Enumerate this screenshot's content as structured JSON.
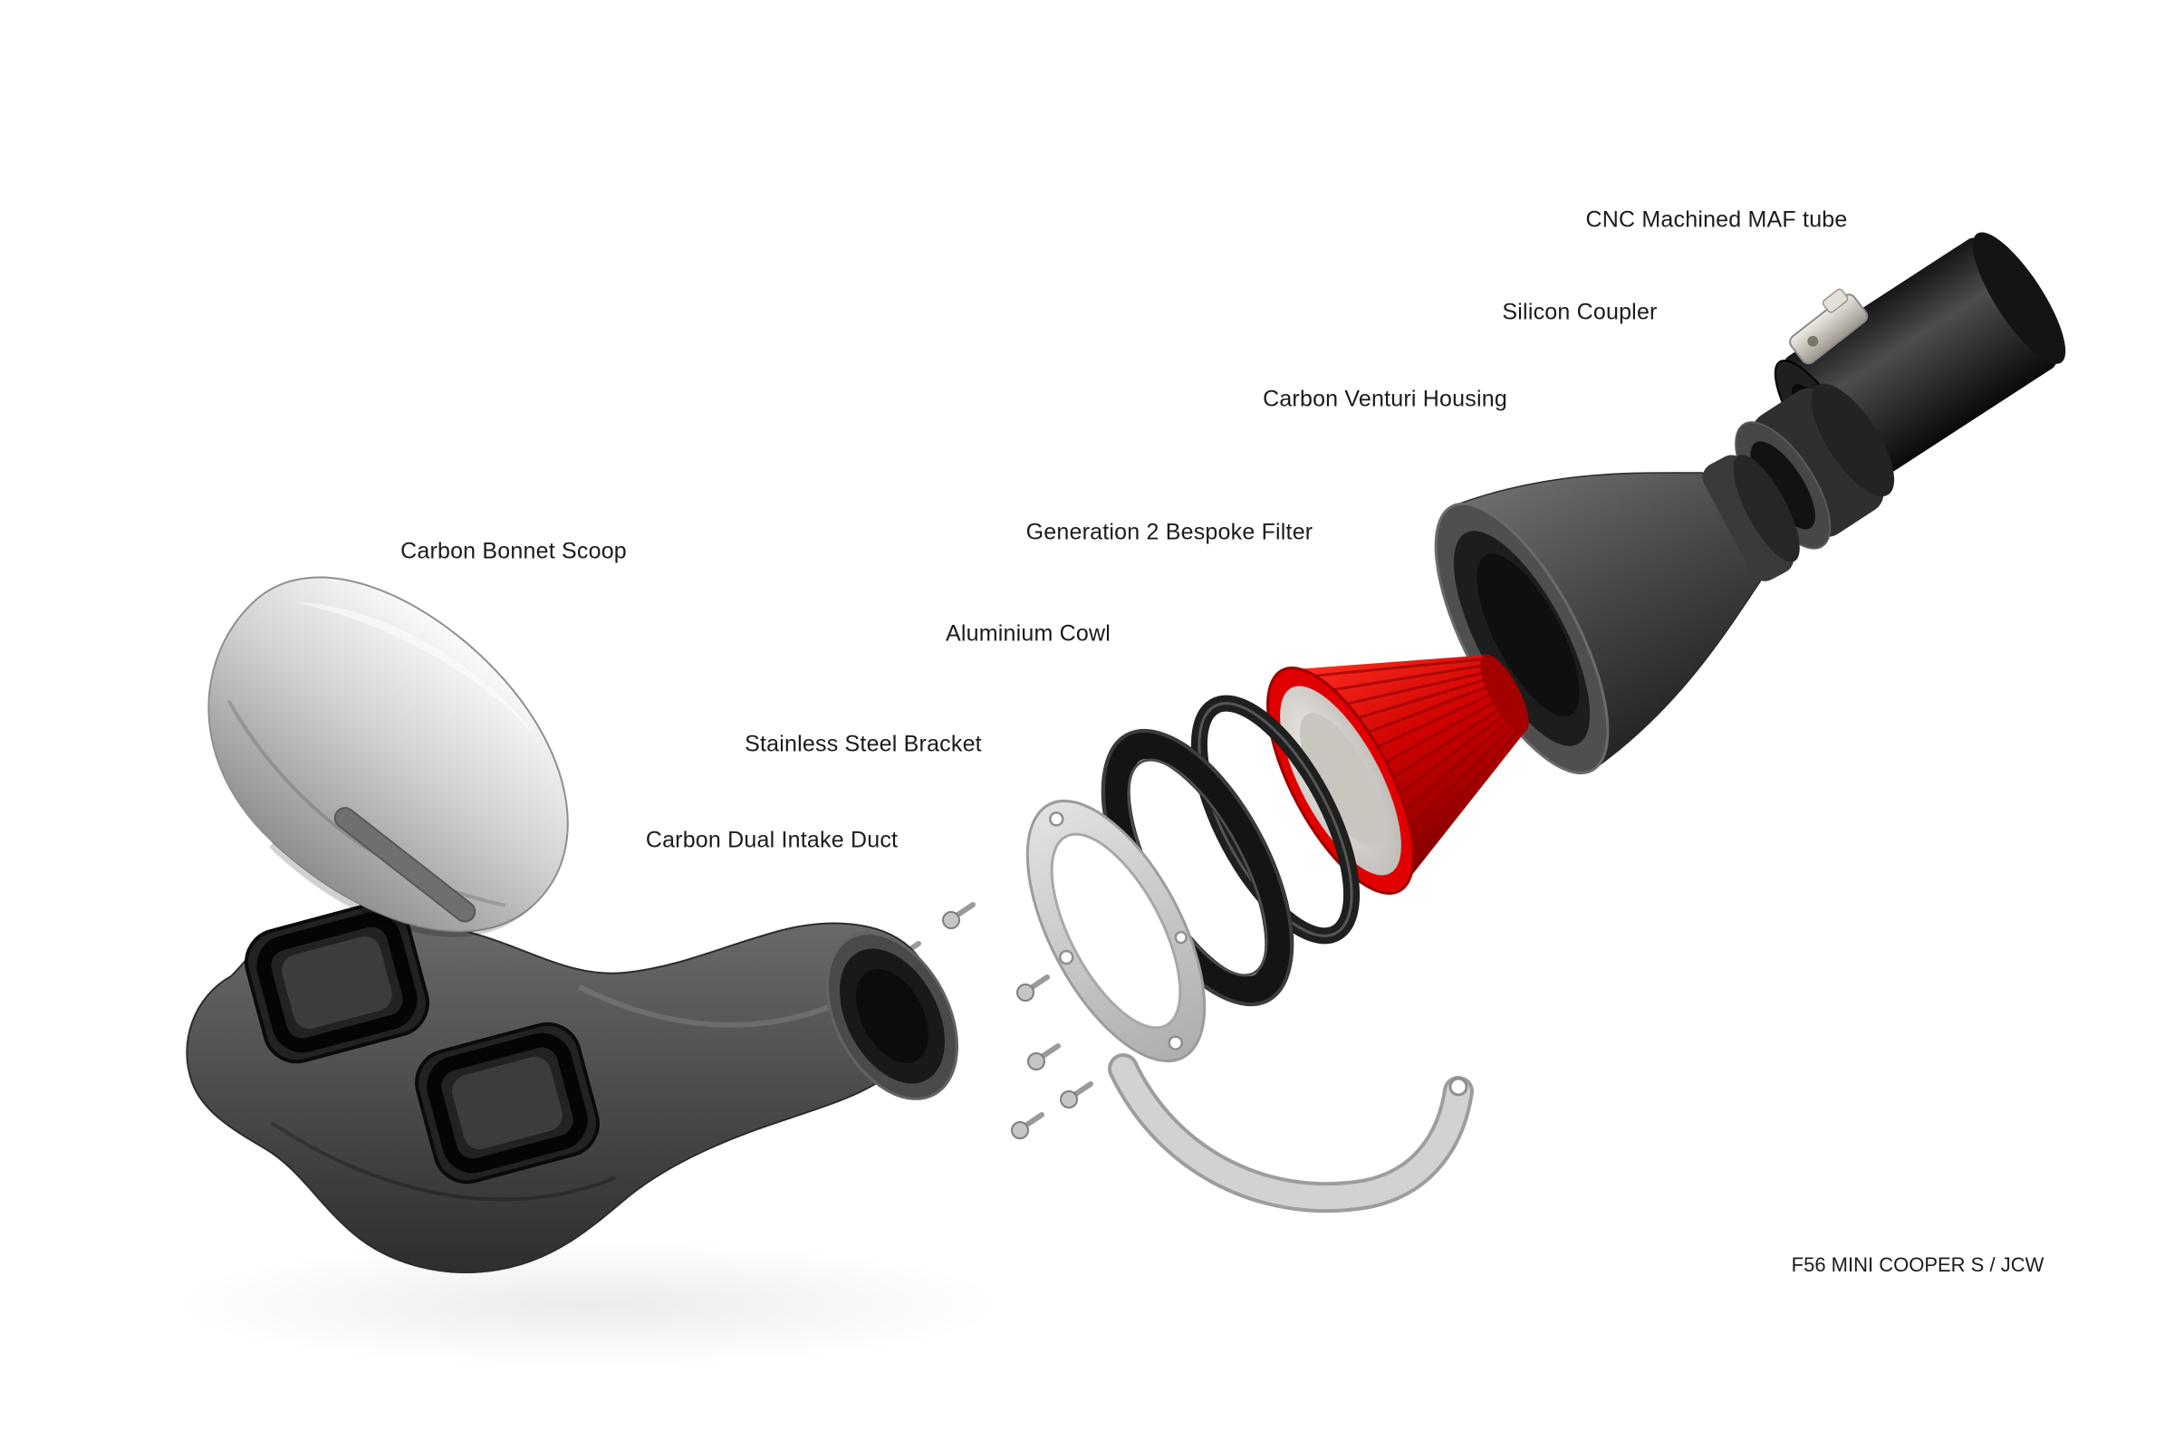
{
  "diagram": {
    "caption": "F56 MINI COOPER S / JCW",
    "parts": [
      {
        "id": "cnc-maf-tube",
        "label": "CNC Machined MAF tube"
      },
      {
        "id": "silicon-coupler",
        "label": "Silicon Coupler"
      },
      {
        "id": "carbon-venturi",
        "label": "Carbon Venturi Housing"
      },
      {
        "id": "gen2-filter",
        "label": "Generation 2 Bespoke Filter"
      },
      {
        "id": "aluminium-cowl",
        "label": "Aluminium Cowl"
      },
      {
        "id": "steel-bracket",
        "label": "Stainless Steel Bracket"
      },
      {
        "id": "dual-intake-duct",
        "label": "Carbon Dual Intake Duct"
      },
      {
        "id": "bonnet-scoop",
        "label": "Carbon Bonnet Scoop"
      }
    ],
    "colors": {
      "background": "#ffffff",
      "filter_red": "#e00000",
      "carbon_dark": "#3c3c3c",
      "silver": "#c9c9c9",
      "label_text": "#1b1b1b"
    }
  }
}
